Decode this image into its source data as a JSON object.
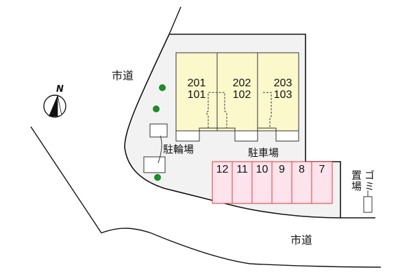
{
  "map": {
    "roads": [
      {
        "id": "road-northwest",
        "label": "市道"
      },
      {
        "id": "road-south",
        "label": "市道"
      }
    ],
    "compass": {
      "label": "N",
      "icon": "north-arrow-icon"
    },
    "building": {
      "units": [
        {
          "upper": "201",
          "lower": "101"
        },
        {
          "upper": "202",
          "lower": "102"
        },
        {
          "upper": "203",
          "lower": "103"
        }
      ],
      "color": "#fbf8cc"
    },
    "bicycle_parking": {
      "label": "駐輪場"
    },
    "car_parking": {
      "label": "駐車場",
      "stalls": [
        "12",
        "11",
        "10",
        "9",
        "8",
        "7"
      ],
      "fill": "#fde4ec",
      "stroke": "#e8323c"
    },
    "garbage": {
      "label": "ゴミ置場",
      "line1": "ゴミ",
      "line2": "置場"
    },
    "trees": 3,
    "lot_color": "#f2f2f2"
  }
}
